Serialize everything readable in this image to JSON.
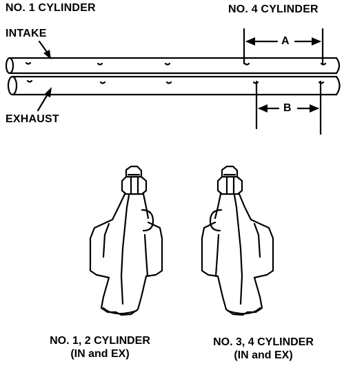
{
  "labels": {
    "no1_cylinder": "NO. 1 CYLINDER",
    "no4_cylinder": "NO. 4 CYLINDER",
    "intake": "INTAKE",
    "exhaust": "EXHAUST",
    "dim_a": "A",
    "dim_b": "B"
  },
  "captions": {
    "left_line1": "NO. 1, 2 CYLINDER",
    "left_line2": "(IN and EX)",
    "right_line1": "NO. 3, 4 CYLINDER",
    "right_line2": "(IN and EX)"
  },
  "colors": {
    "ink": "#000000",
    "paper": "#ffffff"
  }
}
